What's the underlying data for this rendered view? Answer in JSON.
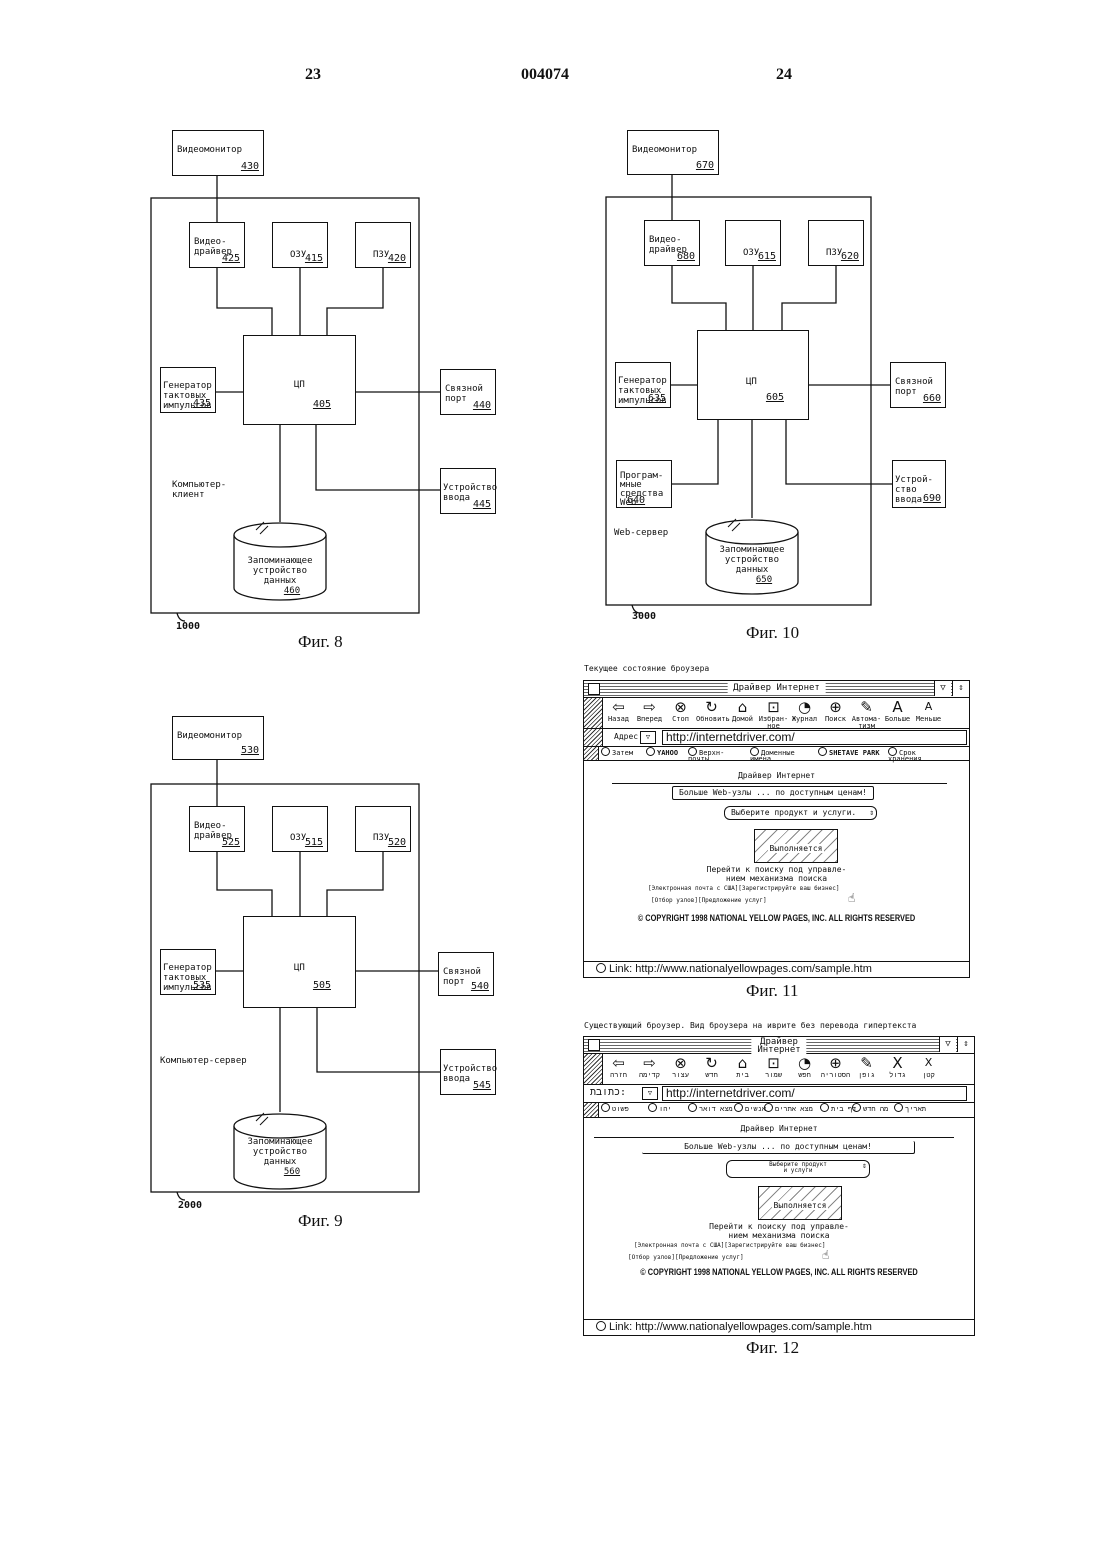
{
  "header": {
    "left": "23",
    "center": "004074",
    "right": "24"
  },
  "fig8": {
    "monitor": {
      "label": "Видеомонитор",
      "num": "430"
    },
    "driver": {
      "label": "Видео-\nдрайвер",
      "num": "425"
    },
    "ram": {
      "label": "ОЗУ",
      "num": "415"
    },
    "rom": {
      "label": "ПЗУ",
      "num": "420"
    },
    "cpu": {
      "label": "ЦП",
      "num": "405"
    },
    "clock": {
      "label": "Генератор\nтактовых\nимпульсов",
      "num": "435"
    },
    "port": {
      "label": "Связной\nпорт",
      "num": "440"
    },
    "input": {
      "label": "Устройство\nввода",
      "num": "445"
    },
    "storage": {
      "label": "Запоминающее\nустройство\nданных",
      "num": "460"
    },
    "computer": "Компьютер-\nклиент",
    "frame_num": "1000",
    "caption": "Фиг. 8"
  },
  "fig9": {
    "monitor": {
      "label": "Видеомонитор",
      "num": "530"
    },
    "driver": {
      "label": "Видео-\nдрайвер",
      "num": "525"
    },
    "ram": {
      "label": "ОЗУ",
      "num": "515"
    },
    "rom": {
      "label": "ПЗУ",
      "num": "520"
    },
    "cpu": {
      "label": "ЦП",
      "num": "505"
    },
    "clock": {
      "label": "Генератор\nтактовых\nимпульсов",
      "num": "535"
    },
    "port": {
      "label": "Связной\nпорт",
      "num": "540"
    },
    "input": {
      "label": "Устройство\nввода",
      "num": "545"
    },
    "storage": {
      "label": "Запоминающее\nустройство\nданных",
      "num": "560"
    },
    "computer": "Компьютер-сервер",
    "frame_num": "2000",
    "caption": "Фиг. 9"
  },
  "fig10": {
    "monitor": {
      "label": "Видеомонитор",
      "num": "670"
    },
    "driver": {
      "label": "Видео-\nдрайвер",
      "num": "680"
    },
    "ram": {
      "label": "ОЗУ",
      "num": "615"
    },
    "rom": {
      "label": "ПЗУ",
      "num": "620"
    },
    "cpu": {
      "label": "ЦП",
      "num": "605"
    },
    "clock": {
      "label": "Генератор\nтактовых\nимпульсов",
      "num": "635"
    },
    "port": {
      "label": "Связной\nпорт",
      "num": "660"
    },
    "software": {
      "label": "Програм-\nмные\nсредства\nWeb",
      "num": "640"
    },
    "input": {
      "label": "Устрой-\nство ввода",
      "num": "690"
    },
    "storage": {
      "label": "Запоминающее\nустройство\nданных",
      "num": "650"
    },
    "computer": "Web-сервер",
    "frame_num": "3000",
    "caption": "Фиг. 10"
  },
  "fig11": {
    "note": "Текущее состояние броузера",
    "title": "Драйвер Интернет",
    "tools": [
      "Назад",
      "Вперед",
      "Стоп",
      "Обновить",
      "Домой",
      "Избран-\nное",
      "Журнал",
      "Поиск",
      "Автома-\nтизм",
      "Больше",
      "Меньше"
    ],
    "address_label": "Адрес",
    "url": "http://internetdriver.com/",
    "links": [
      "Затем",
      "YAHOO",
      "Верхн-\nпочты",
      "Доменные\nимена",
      "SHETAVE PARK",
      "Срок\nхранения"
    ],
    "heading": "Драйвер Интернет",
    "slogan": "Больше Web-узлы ... по доступным ценам!",
    "select": "Выберите продукт и услуги.",
    "busy": "Выполняется",
    "search": "Перейти к поиску под управле-\nнием механизма поиска",
    "links_row1": "[Электронная почта с США][Зарегистрируйте ваш бизнес]",
    "links_row2": "[Отбор узлов][Предложение услуг]",
    "copyright": "© COPYRIGHT 1998 NATIONAL YELLOW PAGES, INC. ALL RIGHTS RESERVED",
    "status": "Link: http://www.nationalyellowpages.com/sample.htm",
    "caption": "Фиг. 11"
  },
  "fig12": {
    "note": "Существующий броузер. Вид броузера на иврите без перевода гипертекста",
    "title": "Драйвер\nИнтернет",
    "tools": [
      "חזרה",
      "קדימה",
      "עצור",
      "חדש",
      "בית",
      "שמור",
      "חפש",
      "הסטוריה",
      "גופן",
      "גדול",
      "קטן"
    ],
    "address_label": "כתובת:",
    "url": "http://internetdriver.com/",
    "links": [
      "פשוט",
      "יהו",
      "מצא דואר",
      "אנשים",
      "מצא אתרים",
      "דף בית",
      "מה חדש",
      "תאריך"
    ],
    "heading": "Драйвер Интернет",
    "slogan": "Больше Web-узлы ... по доступным ценам!",
    "select": "Выберите продукт\nи услуги",
    "busy": "Выполняется",
    "search": "Перейти к поиску под управле-\nнием механизма поиска",
    "links_row1": "[Электронная почта с США][Зарегистрируйте ваш бизнес]",
    "links_row2": "[Отбор узлов][Предложение услуг]",
    "copyright": "© COPYRIGHT 1998 NATIONAL YELLOW PAGES, INC. ALL RIGHTS RESERVED",
    "status": "Link: http://www.nationalyellowpages.com/sample.htm",
    "caption": "Фиг. 12"
  }
}
